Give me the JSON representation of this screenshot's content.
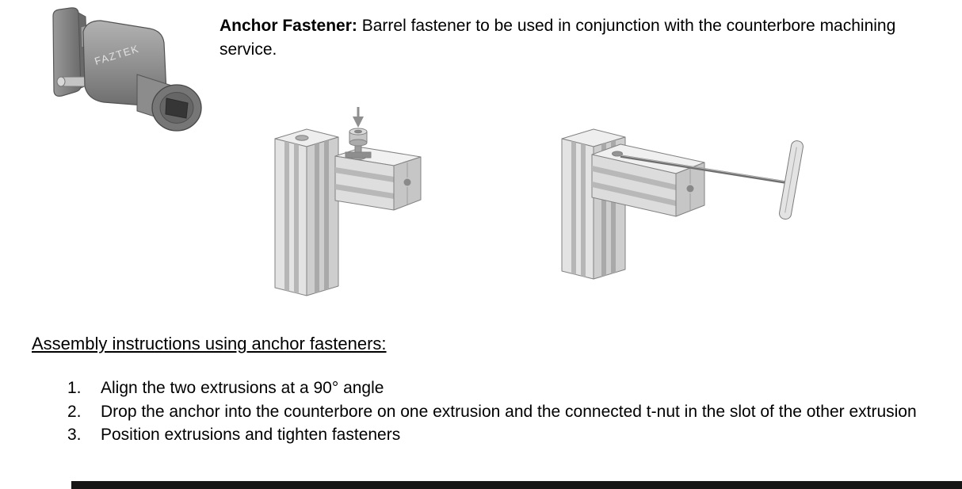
{
  "document": {
    "header": {
      "label_bold": "Anchor Fastener:",
      "description": "Barrel fastener to be used in conjunction with the counterbore machining service."
    },
    "product": {
      "brand": "FAZTEK"
    },
    "illustrations": {
      "drop_anchor": "extrusion corner with anchor fastener and downward arrow",
      "tighten": "extrusion corner being tightened with t-handle hex key"
    },
    "assembly": {
      "heading": "Assembly instructions using anchor fasteners:",
      "steps": [
        {
          "num": "1.",
          "text": "Align the two extrusions at a 90° angle"
        },
        {
          "num": "2.",
          "text": "Drop the anchor into the counterbore on one extrusion and the connected t-nut in the slot of the other extrusion"
        },
        {
          "num": "3.",
          "text": "Position extrusions and tighten fasteners"
        }
      ]
    },
    "colors": {
      "bottom_bar": "#161616",
      "metal_light": "#e3e3e3",
      "metal_dark": "#6d6d6d"
    },
    "icons": {
      "drop_direction": "arrow-down"
    }
  }
}
